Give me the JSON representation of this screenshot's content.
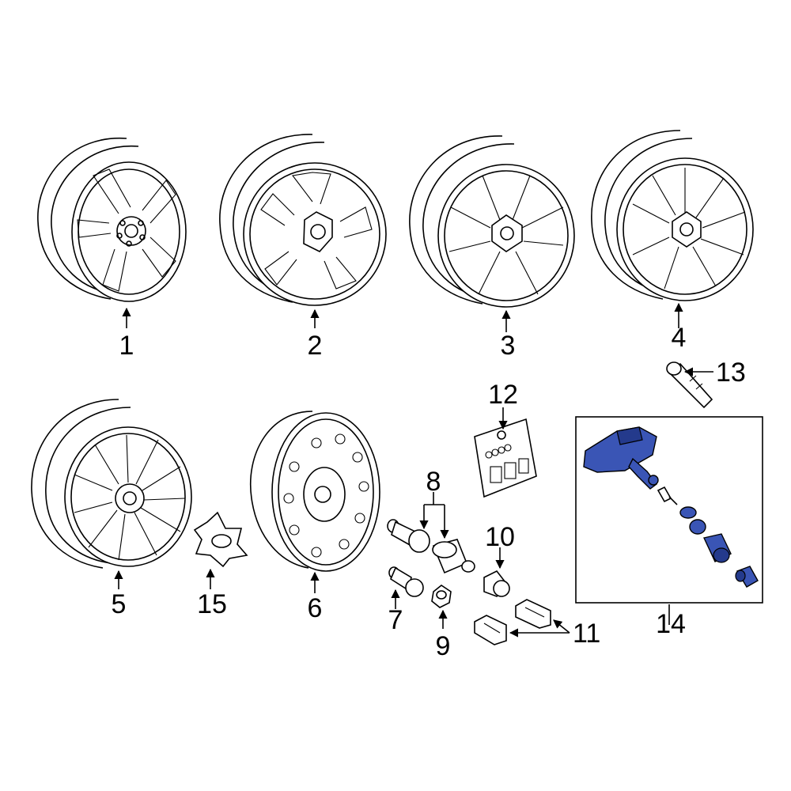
{
  "callouts": {
    "c1": "1",
    "c2": "2",
    "c3": "3",
    "c4": "4",
    "c5": "5",
    "c6": "6",
    "c7": "7",
    "c8": "8",
    "c9": "9",
    "c10": "10",
    "c11": "11",
    "c12": "12",
    "c13": "13",
    "c14": "14",
    "c15": "15"
  },
  "colors": {
    "highlight": "#3a55b5",
    "highlight_dark": "#243a8c",
    "line": "#000000"
  }
}
